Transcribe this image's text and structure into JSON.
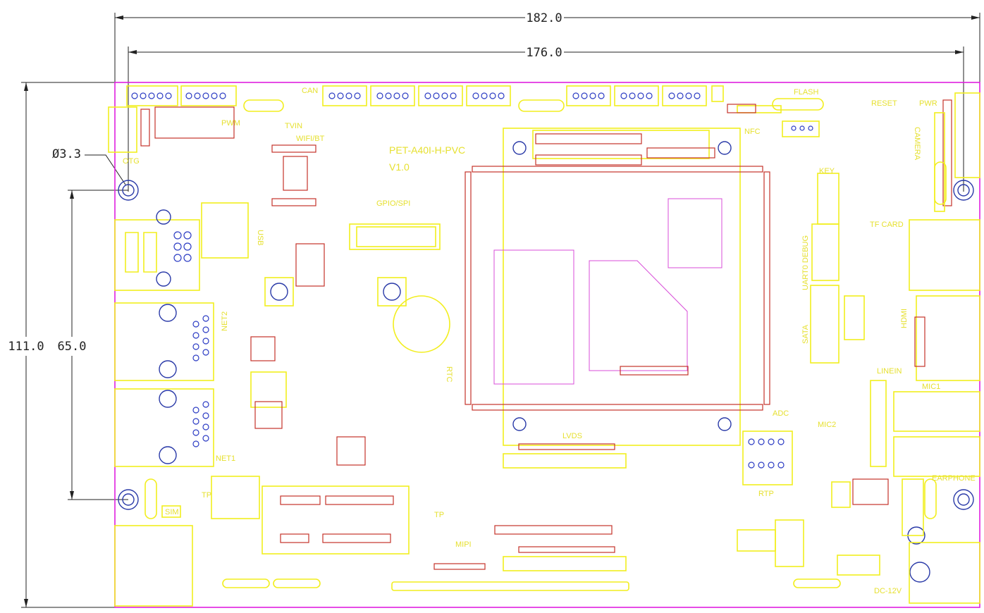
{
  "dimensions": {
    "width_outer": "182.0",
    "width_inner": "176.0",
    "height_outer": "111.0",
    "height_inner": "65.0",
    "hole_diameter": "Ø3.3"
  },
  "board": {
    "model": "PET-A40I-H-PVC",
    "version": "V1.0"
  },
  "labels": [
    {
      "id": "can",
      "text": "CAN"
    },
    {
      "id": "pwm",
      "text": "PWM"
    },
    {
      "id": "tvin",
      "text": "TVIN"
    },
    {
      "id": "wifi",
      "text": "WIFI/BT"
    },
    {
      "id": "otg",
      "text": "OTG"
    },
    {
      "id": "usb",
      "text": "USB"
    },
    {
      "id": "gpio",
      "text": "GPIO/SPI"
    },
    {
      "id": "flash",
      "text": "FLASH"
    },
    {
      "id": "reset",
      "text": "RESET"
    },
    {
      "id": "pwr",
      "text": "PWR"
    },
    {
      "id": "nfc",
      "text": "NFC"
    },
    {
      "id": "camera",
      "text": "CAMERA"
    },
    {
      "id": "key",
      "text": "KEY"
    },
    {
      "id": "tfcard",
      "text": "TF CARD"
    },
    {
      "id": "uart",
      "text": "UART0 DEBUG"
    },
    {
      "id": "sata",
      "text": "SATA"
    },
    {
      "id": "hdmi",
      "text": "HDMI"
    },
    {
      "id": "linein",
      "text": "LINEIN"
    },
    {
      "id": "mic1",
      "text": "MIC1"
    },
    {
      "id": "mic2",
      "text": "MIC2"
    },
    {
      "id": "adc",
      "text": "ADC"
    },
    {
      "id": "lvds",
      "text": "LVDS"
    },
    {
      "id": "rtp",
      "text": "RTP"
    },
    {
      "id": "net1",
      "text": "NET1"
    },
    {
      "id": "net2",
      "text": "NET2"
    },
    {
      "id": "tp",
      "text": "TP"
    },
    {
      "id": "tp2",
      "text": "TP"
    },
    {
      "id": "mipi",
      "text": "MIPI"
    },
    {
      "id": "rtc",
      "text": "RTC"
    },
    {
      "id": "sim",
      "text": "SIM"
    },
    {
      "id": "earphone",
      "text": "EARPHONE"
    },
    {
      "id": "dc",
      "text": "DC-12V"
    }
  ],
  "colors": {
    "dimension": "#222222",
    "silkscreen": "#f2ee1e",
    "board_outline": "#e020e0",
    "pad_red": "#c4322a",
    "pad_blue": "#2c3cc4"
  }
}
